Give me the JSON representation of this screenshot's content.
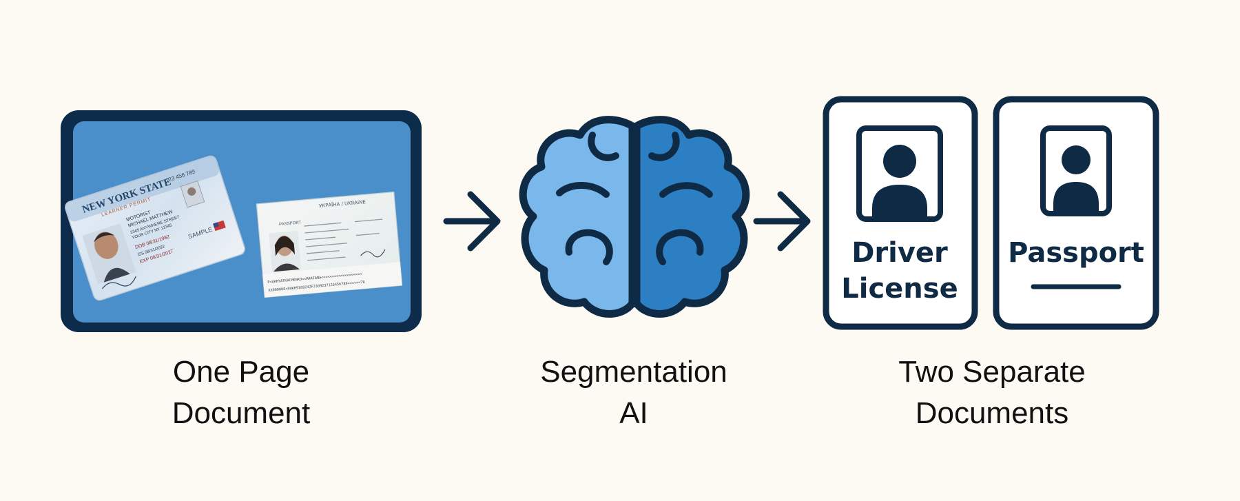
{
  "steps": [
    {
      "caption": [
        "One Page",
        "Document"
      ],
      "license_card": {
        "state": "NEW YORK STATE",
        "permit": "LEARNER PERMIT",
        "id_number": "123 456 789",
        "name_lines": [
          "MOTORIST",
          "MICHAEL MATTHEW"
        ],
        "address_lines": [
          "2345 ANYWHERE STREET",
          "YOUR CITY NY 12345"
        ],
        "dob_line": "DOB 08/31/1982",
        "issued_line": "ISS 08/31/2022",
        "expires_line": "EXP 08/31/2027",
        "stamp": "SAMPLE"
      },
      "passport_card": {
        "header": "УКРАЇНА / UKRAINE",
        "doc_label": "PASSPORT",
        "mrz_lines": [
          "P<UKRYATKACHENKO<<MARIANA<<<<<<<<<<<<<<<<<<<",
          "XX000000<0UKR9108242F2309237123456789<<<<<<78"
        ]
      },
      "colors": {
        "frame": "#0d2b4a",
        "panel": "#4a8fc9"
      }
    },
    {
      "caption": [
        "Segmentation",
        "AI"
      ],
      "colors": {
        "left_lobe": "#7ab8ec",
        "right_lobe": "#2c7fc3",
        "outline": "#0f2a45"
      }
    },
    {
      "caption": [
        "Two Separate",
        "Documents"
      ],
      "documents": [
        {
          "label_lines": [
            "Driver",
            "License"
          ],
          "icon": "person-icon"
        },
        {
          "label_lines": [
            "Passport"
          ],
          "icon": "person-icon"
        }
      ],
      "colors": {
        "outline": "#0f2a45"
      }
    }
  ],
  "connectors": [
    "arrow-right-icon",
    "arrow-right-icon"
  ]
}
